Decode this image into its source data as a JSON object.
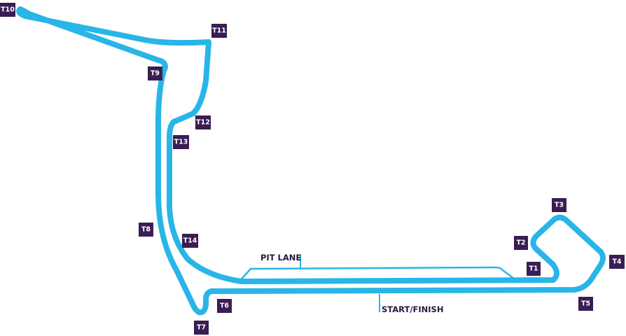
{
  "colors": {
    "track": "#29b5e8",
    "turn_marker": "#3a1d54",
    "turn_text": "#ffffff",
    "label_text": "#2a1640"
  },
  "labels": {
    "pit_lane": "PIT LANE",
    "start_finish": "START/FINISH"
  },
  "turns": [
    {
      "id": "t1",
      "label": "T1"
    },
    {
      "id": "t2",
      "label": "T2"
    },
    {
      "id": "t3",
      "label": "T3"
    },
    {
      "id": "t4",
      "label": "T4"
    },
    {
      "id": "t5",
      "label": "T5"
    },
    {
      "id": "t6",
      "label": "T6"
    },
    {
      "id": "t7",
      "label": "T7"
    },
    {
      "id": "t8",
      "label": "T8"
    },
    {
      "id": "t9",
      "label": "T9"
    },
    {
      "id": "t10",
      "label": "T10"
    },
    {
      "id": "t11",
      "label": "T11"
    },
    {
      "id": "t12",
      "label": "T12"
    },
    {
      "id": "t13",
      "label": "T13"
    },
    {
      "id": "t14",
      "label": "T14"
    }
  ]
}
